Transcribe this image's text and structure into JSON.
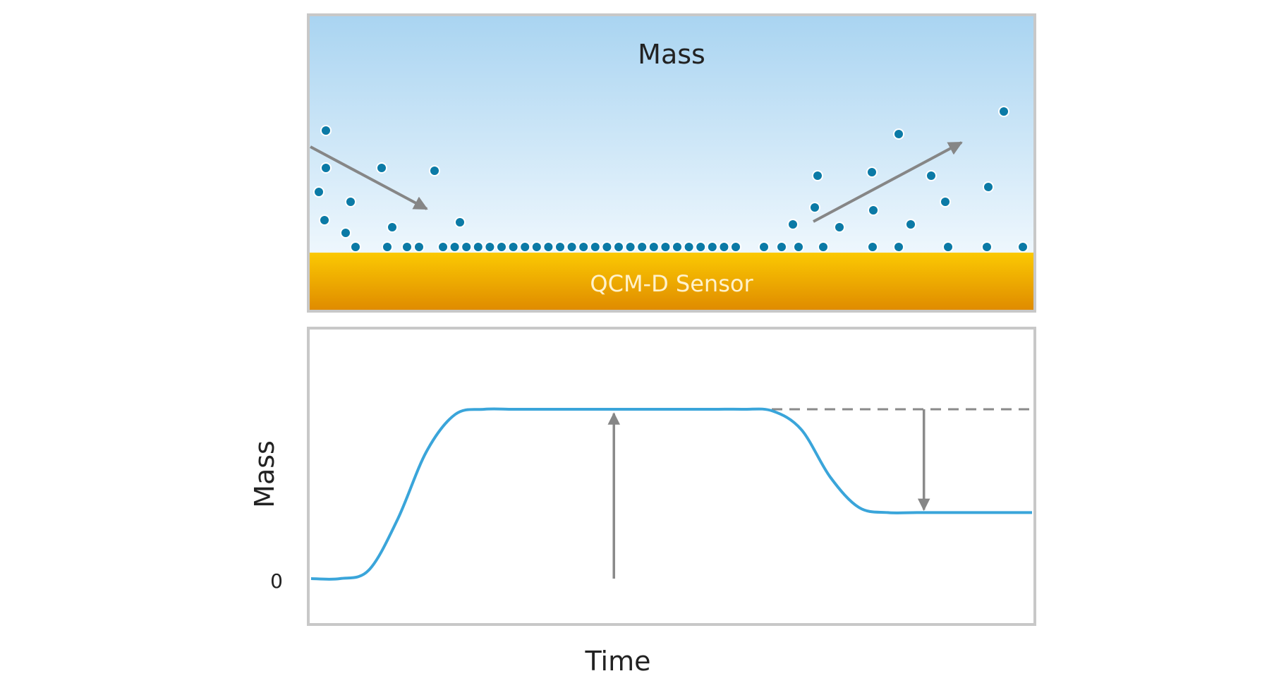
{
  "top_panel": {
    "title": "Mass",
    "sensor_label": "QCM-D Sensor",
    "colors": {
      "liquid_top": "#a9d4f1",
      "liquid_bottom": "#eef7fd",
      "sensor_top": "#fbc902",
      "sensor_bottom": "#df8a00",
      "particle": "#0b7aa6",
      "frame": "#c8c8c8",
      "arrow": "#868686"
    }
  },
  "chart_data": {
    "type": "line",
    "xlabel": "Time",
    "ylabel": "Mass",
    "y_tick_labels": [
      "0"
    ],
    "x": [
      0,
      4,
      8,
      12,
      16,
      20,
      24,
      28,
      32,
      36,
      40,
      44,
      48,
      52,
      56,
      60,
      64,
      68,
      72,
      76,
      80,
      84,
      88,
      92,
      96,
      100
    ],
    "values": [
      0,
      0,
      0.05,
      0.35,
      0.75,
      0.97,
      1,
      1,
      1,
      1,
      1,
      1,
      1,
      1,
      1,
      1,
      0.99,
      0.88,
      0.6,
      0.42,
      0.39,
      0.39,
      0.39,
      0.39,
      0.39,
      0.39
    ],
    "reference_level": 1,
    "xlim": [
      0,
      100
    ],
    "ylim": [
      -0.2,
      1.35
    ],
    "grid": false,
    "colors": {
      "series": "#3aa5da",
      "reference": "#8a8a8a",
      "arrow": "#8a8a8a",
      "frame": "#c8c8c8"
    }
  }
}
